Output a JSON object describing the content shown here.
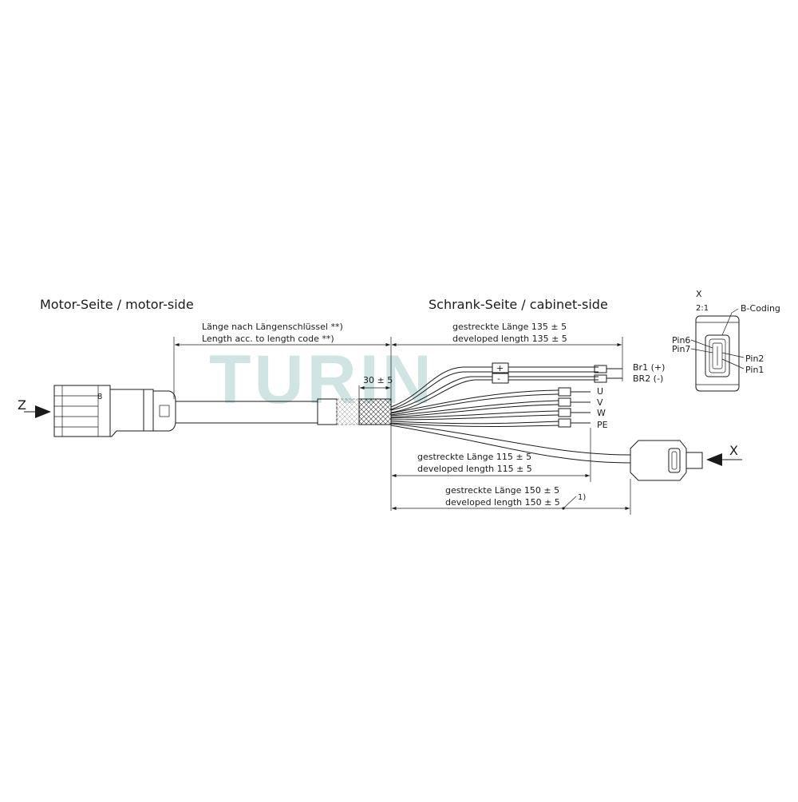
{
  "watermark": "TURIN",
  "motor_side": {
    "title": "Motor-Seite / motor-side",
    "view_letter": "Z"
  },
  "cabinet_side": {
    "title": "Schrank-Seite / cabinet-side"
  },
  "dim_length": {
    "de": "Länge nach Längenschlüssel **)",
    "en": "Length acc. to length code **)"
  },
  "dim_shield": {
    "label": "30 ± 5"
  },
  "dim_135": {
    "de": "gestreckte Länge 135 ± 5",
    "en": "developed length 135 ± 5"
  },
  "dim_115": {
    "de": "gestreckte Länge 115 ± 5",
    "en": "developed length 115 ± 5"
  },
  "dim_150": {
    "de": "gestreckte Länge 150 ± 5",
    "en": "developed length 150 ± 5",
    "note": "1)"
  },
  "wires": {
    "br1": "Br1 (+)",
    "br2": "BR2 (-)",
    "u": "U",
    "v": "V",
    "w": "W",
    "pe": "PE"
  },
  "connector_x": {
    "view_letter": "X"
  },
  "detail_x": {
    "title": "X",
    "scale": "2:1",
    "coding": "B-Coding",
    "pins": {
      "pin6": "Pin6",
      "pin7": "Pin7",
      "pin2": "Pin2",
      "pin1": "Pin1"
    }
  },
  "connector_marks": {
    "motor_mark": "8",
    "br_plus": "+",
    "br_minus": "-"
  }
}
